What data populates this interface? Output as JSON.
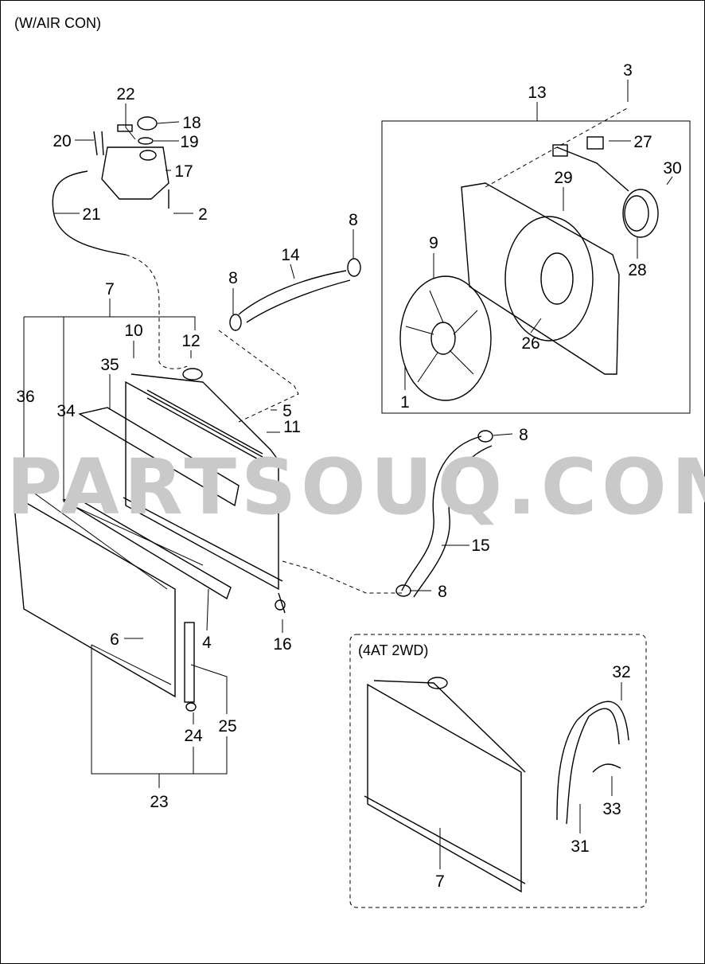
{
  "diagram": {
    "section_main": "(W/AIR CON)",
    "section_sub": "(4AT 2WD)",
    "watermark": "PARTSOUQ.COM",
    "callouts": {
      "c22": "22",
      "c18": "18",
      "c19": "19",
      "c20": "20",
      "c17": "17",
      "c21": "21",
      "c2": "2",
      "c13": "13",
      "c3": "3",
      "c27": "27",
      "c30": "30",
      "c29": "29",
      "c28": "28",
      "c8a": "8",
      "c14": "14",
      "c9": "9",
      "c8b": "8",
      "c7a": "7",
      "c10": "10",
      "c12": "12",
      "c35": "35",
      "c36": "36",
      "c34": "34",
      "c5": "5",
      "c11": "11",
      "c26": "26",
      "c1": "1",
      "c8c": "8",
      "c15": "15",
      "c8d": "8",
      "c6": "6",
      "c4": "4",
      "c16": "16",
      "c25": "25",
      "c24": "24",
      "c23": "23",
      "c32": "32",
      "c33": "33",
      "c31": "31",
      "c7b": "7"
    }
  }
}
